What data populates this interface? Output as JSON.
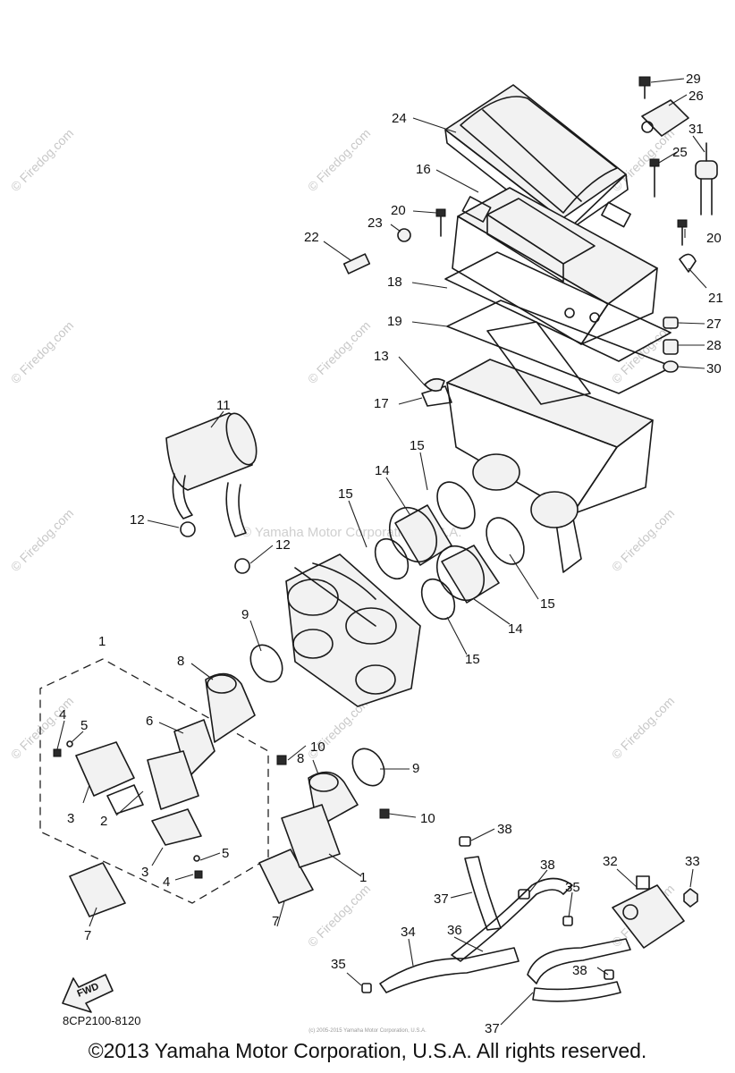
{
  "watermarks": {
    "site": "© Firedog.com",
    "center": "© Yamaha Motor Corporation, U.S.A."
  },
  "diagram_code": "8CP2100-8120",
  "fwd_label": "FWD",
  "fine_print": "(c) 2005-2015 Yamaha Motor Corporation, U.S.A.",
  "copyright": "©2013 Yamaha Motor Corporation, U.S.A. All rights reserved.",
  "callouts": [
    {
      "id": "c29",
      "label": "29"
    },
    {
      "id": "c26",
      "label": "26"
    },
    {
      "id": "c31",
      "label": "31"
    },
    {
      "id": "c25",
      "label": "25"
    },
    {
      "id": "c24",
      "label": "24"
    },
    {
      "id": "c16",
      "label": "16"
    },
    {
      "id": "c20a",
      "label": "20"
    },
    {
      "id": "c20b",
      "label": "20"
    },
    {
      "id": "c23",
      "label": "23"
    },
    {
      "id": "c22",
      "label": "22"
    },
    {
      "id": "c21",
      "label": "21"
    },
    {
      "id": "c18",
      "label": "18"
    },
    {
      "id": "c27",
      "label": "27"
    },
    {
      "id": "c19",
      "label": "19"
    },
    {
      "id": "c28",
      "label": "28"
    },
    {
      "id": "c13",
      "label": "13"
    },
    {
      "id": "c30",
      "label": "30"
    },
    {
      "id": "c17",
      "label": "17"
    },
    {
      "id": "c11",
      "label": "11"
    },
    {
      "id": "c15a",
      "label": "15"
    },
    {
      "id": "c14a",
      "label": "14"
    },
    {
      "id": "c15b",
      "label": "15"
    },
    {
      "id": "c12a",
      "label": "12"
    },
    {
      "id": "c12b",
      "label": "12"
    },
    {
      "id": "c15c",
      "label": "15"
    },
    {
      "id": "c14b",
      "label": "14"
    },
    {
      "id": "c15d",
      "label": "15"
    },
    {
      "id": "c1a",
      "label": "1"
    },
    {
      "id": "c9a",
      "label": "9"
    },
    {
      "id": "c8a",
      "label": "8"
    },
    {
      "id": "c4a",
      "label": "4"
    },
    {
      "id": "c5a",
      "label": "5"
    },
    {
      "id": "c6",
      "label": "6"
    },
    {
      "id": "c10a",
      "label": "10"
    },
    {
      "id": "c3a",
      "label": "3"
    },
    {
      "id": "c2",
      "label": "2"
    },
    {
      "id": "c8b",
      "label": "8"
    },
    {
      "id": "c9b",
      "label": "9"
    },
    {
      "id": "c10b",
      "label": "10"
    },
    {
      "id": "c3b",
      "label": "3"
    },
    {
      "id": "c5b",
      "label": "5"
    },
    {
      "id": "c4b",
      "label": "4"
    },
    {
      "id": "c7a",
      "label": "7"
    },
    {
      "id": "c7b",
      "label": "7"
    },
    {
      "id": "c1b",
      "label": "1"
    },
    {
      "id": "c38a",
      "label": "38"
    },
    {
      "id": "c38b",
      "label": "38"
    },
    {
      "id": "c32",
      "label": "32"
    },
    {
      "id": "c33",
      "label": "33"
    },
    {
      "id": "c37a",
      "label": "37"
    },
    {
      "id": "c35a",
      "label": "35"
    },
    {
      "id": "c34",
      "label": "34"
    },
    {
      "id": "c36",
      "label": "36"
    },
    {
      "id": "c38c",
      "label": "38"
    },
    {
      "id": "c35b",
      "label": "35"
    },
    {
      "id": "c37b",
      "label": "37"
    }
  ]
}
